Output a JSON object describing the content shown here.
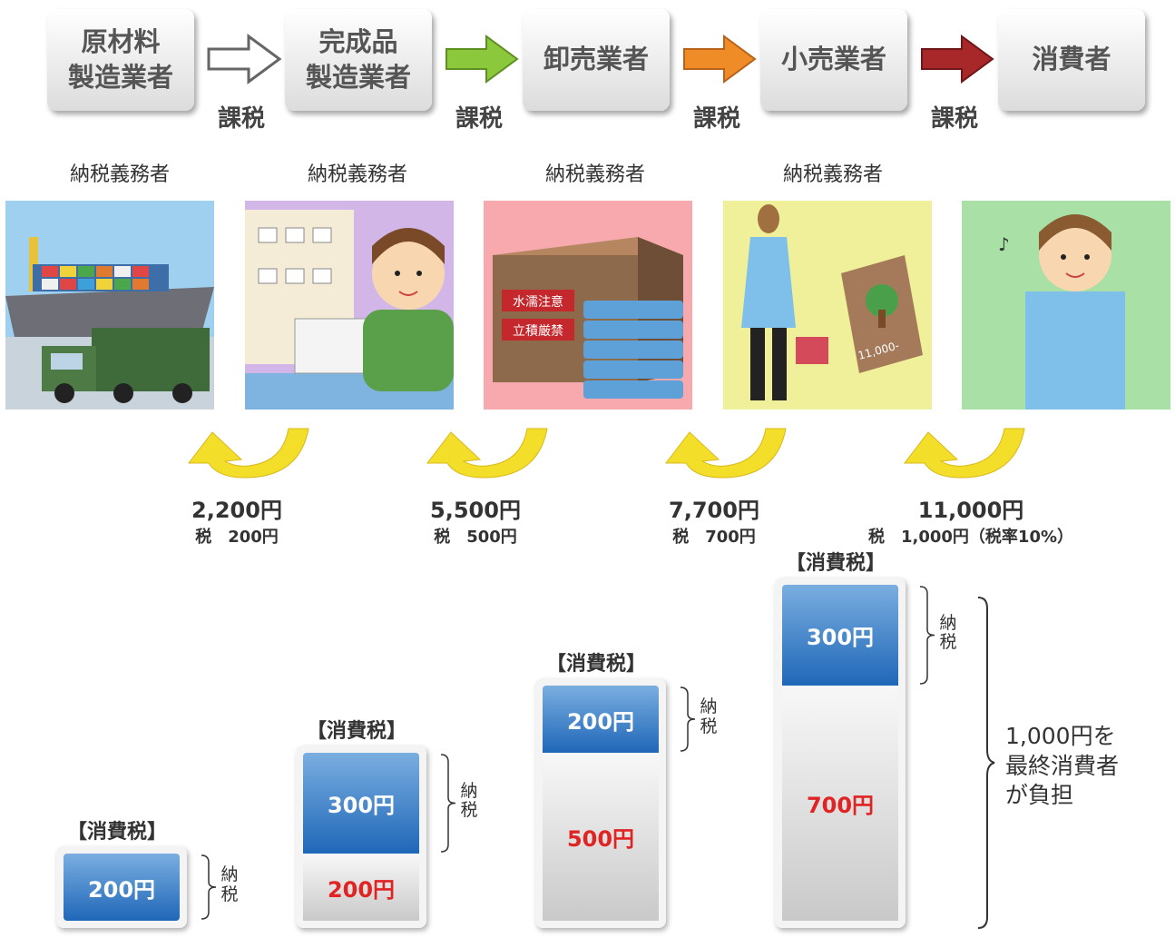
{
  "stages": [
    {
      "label": "原材料\n製造業者"
    },
    {
      "label": "完成品\n製造業者"
    },
    {
      "label": "卸売業者"
    },
    {
      "label": "小売業者"
    },
    {
      "label": "消費者"
    }
  ],
  "tax_word": "課税",
  "duty_label": "納税義務者",
  "panels": [
    {
      "bg": "#9fd0ef"
    },
    {
      "bg": "#d3b6e8"
    },
    {
      "bg": "#f7a9ad"
    },
    {
      "bg": "#f0f09a"
    },
    {
      "bg": "#a8e0a6"
    }
  ],
  "box_texts": {
    "mark1": "水濡注意",
    "mark2": "立積厳禁",
    "tag": "11,000-"
  },
  "flow_arrow_colors": [
    "#ffffff",
    "#8cc83c",
    "#f08c28",
    "#a8282a"
  ],
  "prices": [
    {
      "price": "2,200円",
      "tax": "税　200円"
    },
    {
      "price": "5,500円",
      "tax": "税　500円"
    },
    {
      "price": "7,700円",
      "tax": "税　700円"
    },
    {
      "price": "11,000円",
      "tax": "税　1,000円（税率10%）"
    }
  ],
  "tax_heading": "【消費税】",
  "chart_data": {
    "type": "bar",
    "categories": [
      "原材料製造業者",
      "完成品製造業者",
      "卸売業者",
      "小売業者"
    ],
    "series": [
      {
        "values": [
          200,
          300,
          200,
          300
        ],
        "labels": [
          "200円",
          "300円",
          "200円",
          "300円"
        ],
        "color": "#1f67b8"
      },
      {
        "values": [
          0,
          200,
          500,
          700
        ],
        "labels": [
          "",
          "200円",
          "500円",
          "700円"
        ],
        "color": "#e02323"
      }
    ],
    "ylim": [
      0,
      1000
    ]
  },
  "nouzei_label": "納税",
  "final_note": "1,000円を\n最終消費者\nが負担"
}
